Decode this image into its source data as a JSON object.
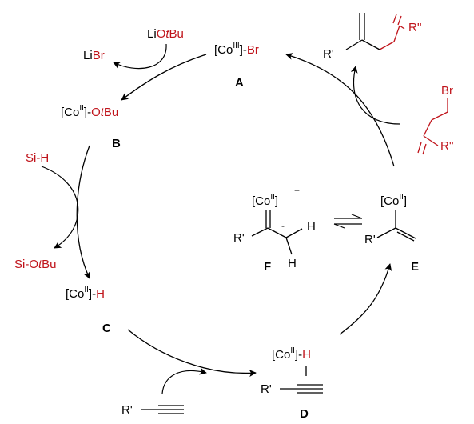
{
  "colors": {
    "ink": "#000000",
    "accent_red": "#c0141b"
  },
  "species": {
    "A": {
      "label": "A",
      "co_open": "[Co",
      "co_ox": "III",
      "co_close": "]-",
      "ligand": "Br"
    },
    "B": {
      "label": "B",
      "co_open": "[Co",
      "co_ox": "II",
      "co_close": "]-",
      "ligand_o": "O",
      "ligand_t": "t",
      "ligand_bu": "Bu"
    },
    "C": {
      "label": "C",
      "co_open": "[Co",
      "co_ox": "II",
      "co_close": "]-",
      "ligand": "H"
    },
    "D": {
      "label": "D",
      "co_open": "[Co",
      "co_ox": "II",
      "co_close": "]-",
      "ligand": "H",
      "r_group": "R'"
    },
    "E": {
      "label": "E",
      "co_open": "[Co",
      "co_ox": "II",
      "co_close": "]",
      "r_group": "R'"
    },
    "F": {
      "label": "F",
      "co_open": "[Co",
      "co_ox": "II",
      "co_close": "]",
      "charge_plus": "+",
      "charge_minus": "-",
      "h1": "H",
      "h2": "H",
      "r_group": "R'"
    }
  },
  "reagents": {
    "liotbu": {
      "li": "Li",
      "o": "O",
      "t": "t",
      "bu": "Bu"
    },
    "libr": {
      "li": "Li",
      "br": "Br"
    },
    "sih": "Si-H",
    "siotbu": {
      "si": "Si-O",
      "t": "t",
      "bu": "Bu"
    },
    "alkyne_r": "R'",
    "allyl_bromide": {
      "br": "Br",
      "r": "R''"
    },
    "product": {
      "r1": "R'",
      "r2": "R''"
    }
  }
}
